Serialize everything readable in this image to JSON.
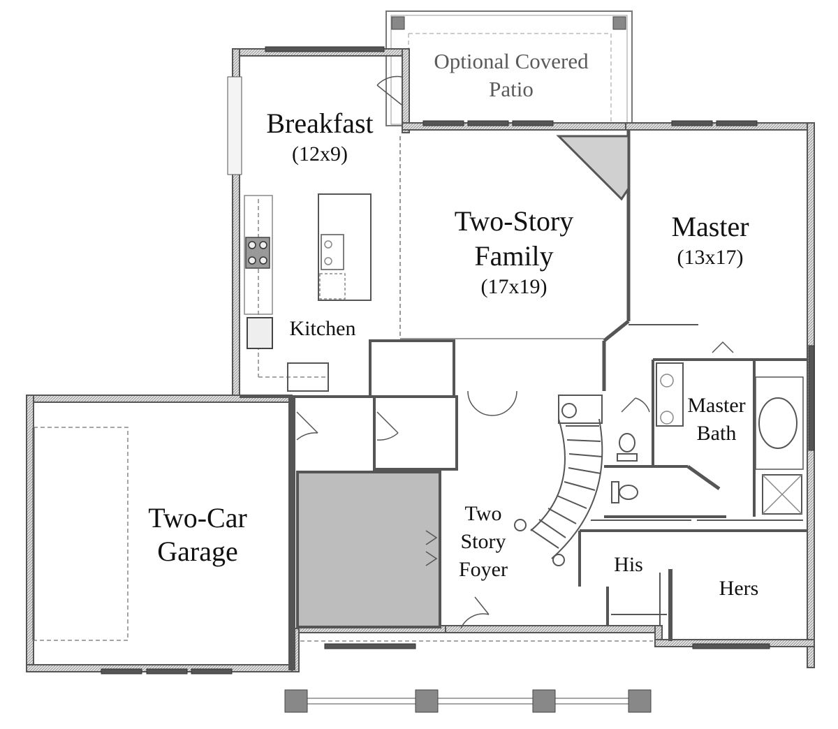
{
  "plan": {
    "patio": {
      "line1": "Optional Covered",
      "line2": "Patio"
    },
    "breakfast": {
      "name": "Breakfast",
      "size": "(12x9)"
    },
    "family": {
      "line1": "Two-Story",
      "line2": "Family",
      "size": "(17x19)"
    },
    "master": {
      "name": "Master",
      "size": "(13x17)"
    },
    "kitchen": {
      "name": "Kitchen"
    },
    "master_bath": {
      "line1": "Master",
      "line2": "Bath"
    },
    "garage": {
      "line1": "Two-Car",
      "line2": "Garage"
    },
    "foyer": {
      "line1": "Two",
      "line2": "Story",
      "line3": "Foyer"
    },
    "his": {
      "name": "His"
    },
    "hers": {
      "name": "Hers"
    }
  },
  "colors": {
    "wall_fill": "#d8d8d8",
    "wall_stroke": "#555555",
    "window": "#444444",
    "shaded_room": "#bdbdbd",
    "dashed": "#8a8a8a"
  }
}
